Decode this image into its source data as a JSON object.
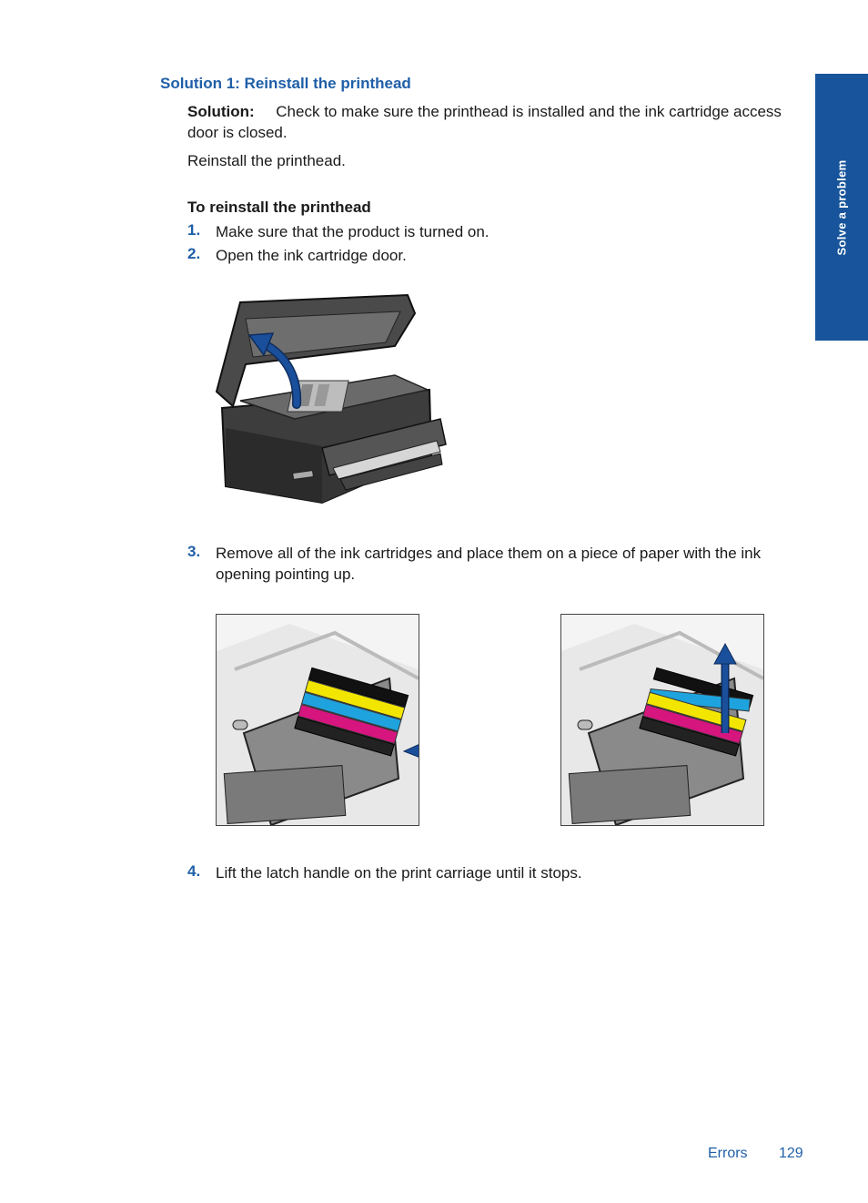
{
  "heading": "Solution 1: Reinstall the printhead",
  "solution": {
    "label": "Solution:",
    "text": "Check to make sure the printhead is installed and the ink cartridge access door is closed."
  },
  "reinstall_text": "Reinstall the printhead.",
  "procedure_title": "To reinstall the printhead",
  "steps": [
    {
      "num": "1.",
      "text": "Make sure that the product is turned on."
    },
    {
      "num": "2.",
      "text": "Open the ink cartridge door."
    },
    {
      "num": "3.",
      "text": "Remove all of the ink cartridges and place them on a piece of paper with the ink opening pointing up."
    },
    {
      "num": "4.",
      "text": "Lift the latch handle on the print carriage until it stops."
    }
  ],
  "side_tab": "Solve a problem",
  "footer": {
    "section": "Errors",
    "page": "129"
  },
  "colors": {
    "accent": "#1f5fa8",
    "tab": "#17549b",
    "arrow": "#1a4f9c"
  }
}
